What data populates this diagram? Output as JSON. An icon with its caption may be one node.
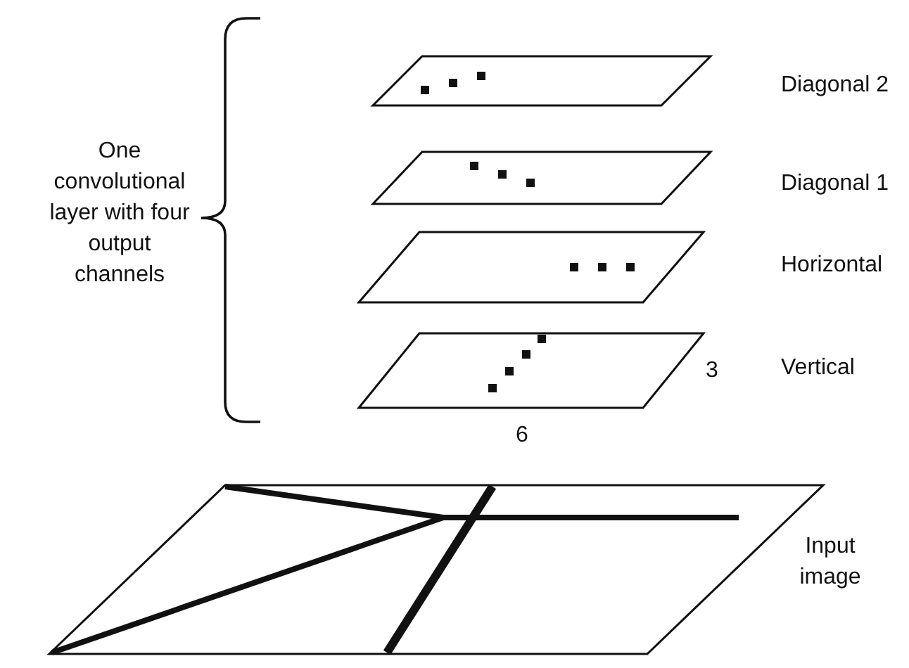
{
  "diagram": {
    "nodes": [
      {
        "text": [],
        "shape": "parallelogram",
        "beside": [
          "Diagonal 2"
        ]
      },
      {
        "text": [],
        "shape": "parallelogram",
        "beside": [
          "Diagonal 1"
        ]
      },
      {
        "text": [],
        "shape": "parallelogram",
        "beside": [
          "Horizontal"
        ]
      },
      {
        "text": [],
        "shape": "parallelogram",
        "beside": [
          "Vertical"
        ]
      },
      {
        "text": [],
        "shape": "parallelogram",
        "beside": [
          "Input image"
        ]
      }
    ],
    "labels": [
      "One convolutional layer with four output channels",
      "3",
      "6"
    ]
  }
}
